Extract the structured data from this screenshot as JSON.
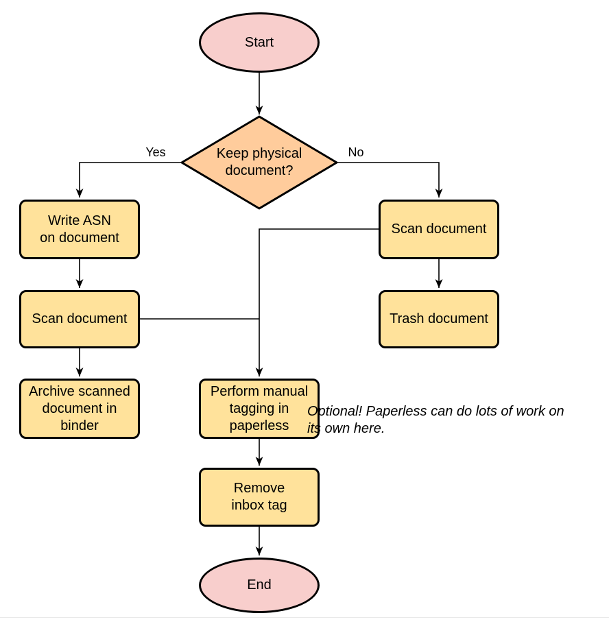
{
  "flowchart": {
    "nodes": {
      "start": "Start",
      "decision": "Keep physical\ndocument?",
      "write_asn": "Write ASN\non document",
      "scan_left": "Scan document",
      "archive": "Archive scanned\ndocument in\nbinder",
      "scan_right": "Scan document",
      "trash": "Trash document",
      "tagging": "Perform manual\ntagging in\npaperless",
      "remove_inbox_tag": "Remove\ninbox tag",
      "end": "End"
    },
    "edge_labels": {
      "yes": "Yes",
      "no": "No"
    },
    "annotation": "Optional! Paperless can do lots of work on\nits own here.",
    "colors": {
      "terminal_fill": "#f8cecc",
      "decision_fill": "#ffcc9c",
      "process_fill": "#ffe29b",
      "stroke": "#000000"
    }
  }
}
